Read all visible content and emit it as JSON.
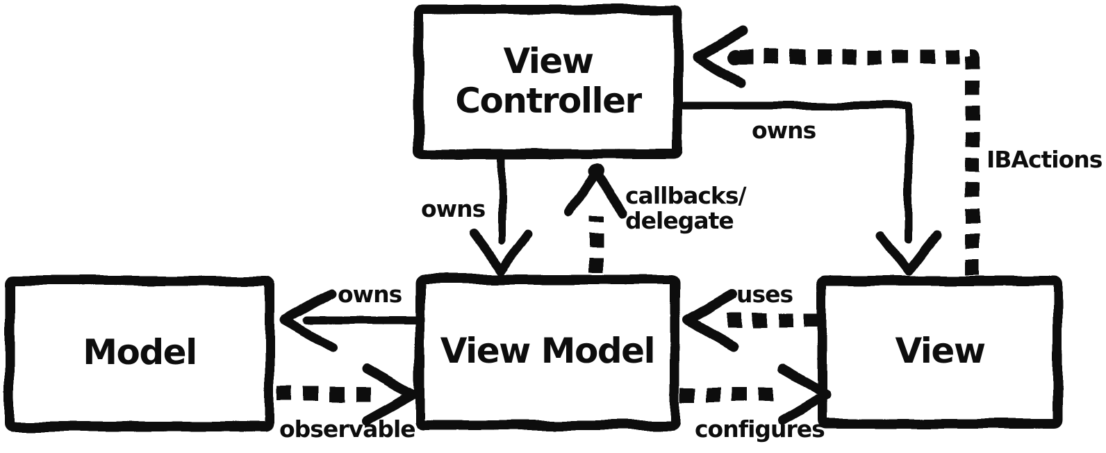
{
  "diagram": {
    "background": "#ffffff",
    "ink": "#0d0d0d",
    "style": "hand-drawn sketch",
    "boxes": [
      {
        "id": "view-controller",
        "label": "View\nController"
      },
      {
        "id": "model",
        "label": "Model"
      },
      {
        "id": "view-model",
        "label": "View Model"
      },
      {
        "id": "view",
        "label": "View"
      }
    ],
    "edges": [
      {
        "from": "View Controller",
        "to": "View Model",
        "label": "owns",
        "style": "solid"
      },
      {
        "from": "View Model",
        "to": "View Controller",
        "label": "callbacks/\ndelegate",
        "style": "dashed"
      },
      {
        "from": "View Controller",
        "to": "View",
        "label": "owns",
        "style": "solid"
      },
      {
        "from": "View",
        "to": "View Controller",
        "label": "IBActions",
        "style": "dashed"
      },
      {
        "from": "View Model",
        "to": "Model",
        "label": "owns",
        "style": "solid"
      },
      {
        "from": "Model",
        "to": "View Model",
        "label": "observable",
        "style": "dashed"
      },
      {
        "from": "View",
        "to": "View Model",
        "label": "uses",
        "style": "dashed"
      },
      {
        "from": "View Model",
        "to": "View",
        "label": "configures",
        "style": "dashed"
      }
    ]
  }
}
